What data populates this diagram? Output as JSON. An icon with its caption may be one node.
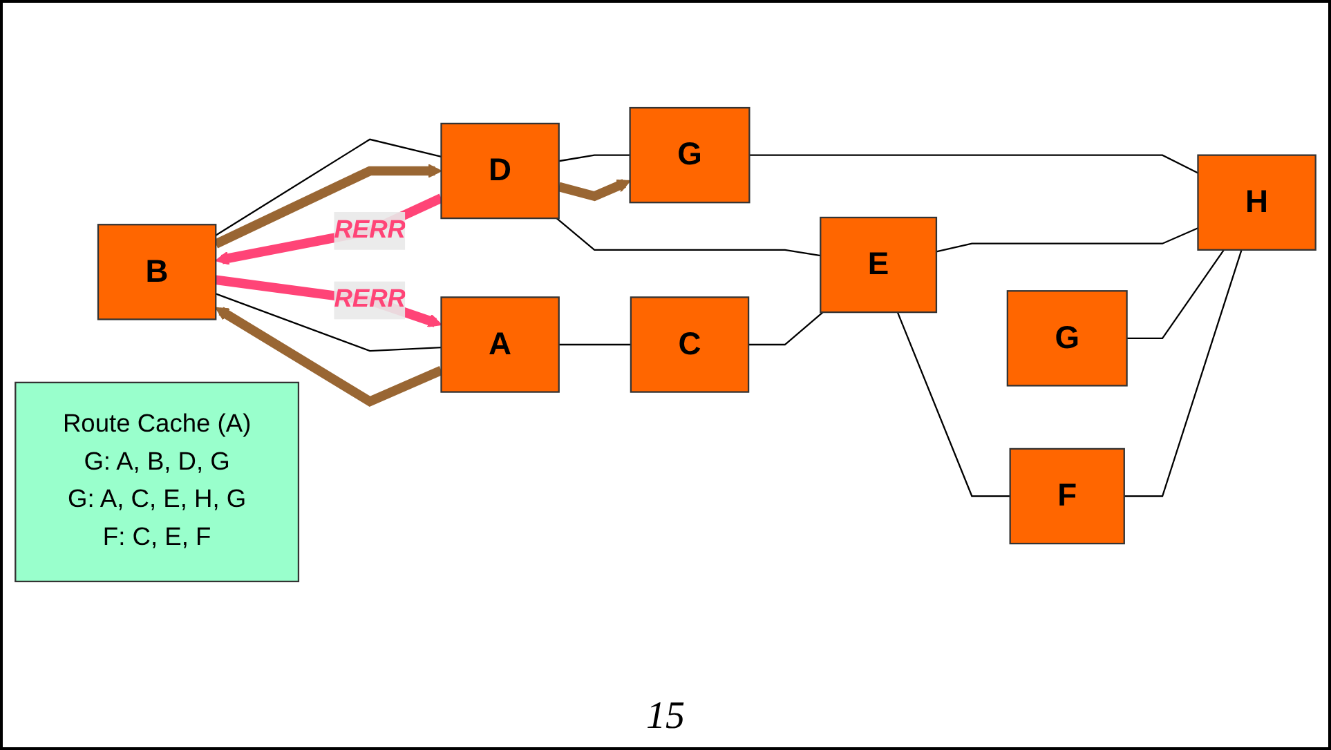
{
  "diagram": {
    "nodes": [
      {
        "text": [
          "B"
        ]
      },
      {
        "text": [
          "G"
        ]
      },
      {
        "text": [
          "D"
        ]
      },
      {
        "text": [
          "G"
        ]
      },
      {
        "text": [
          "A"
        ]
      },
      {
        "text": [
          "Route Cache (A)",
          "G: A, B, D, G",
          "G: A, C, E, H, G",
          "F: C, E, F"
        ]
      },
      {
        "text": [
          "E"
        ]
      },
      {
        "text": [
          "H"
        ]
      },
      {
        "text": [
          "C"
        ]
      },
      {
        "text": [
          "F"
        ]
      }
    ],
    "edges": [
      {
        "from": 4,
        "to": 0,
        "arrow": "none"
      },
      {
        "from": 0,
        "to": 2,
        "arrow": "none"
      },
      {
        "from": 2,
        "to": 1,
        "arrow": "none"
      },
      {
        "from": 2,
        "to": 6,
        "arrow": "none"
      },
      {
        "from": 1,
        "to": 7,
        "arrow": "none"
      },
      {
        "from": 6,
        "to": 7,
        "arrow": "none"
      },
      {
        "from": 3,
        "to": 7,
        "arrow": "none"
      },
      {
        "from": 4,
        "to": 8,
        "arrow": "none"
      },
      {
        "from": 8,
        "to": 6,
        "arrow": "none"
      },
      {
        "from": 6,
        "to": 9,
        "arrow": "none"
      },
      {
        "from": 9,
        "to": 7,
        "arrow": "none"
      },
      {
        "from": 4,
        "to": 0,
        "arrow": "to",
        "style": "thick",
        "color": "#996633"
      },
      {
        "from": 0,
        "to": 2,
        "arrow": "to",
        "style": "thick",
        "color": "#996633"
      },
      {
        "from": 2,
        "to": 1,
        "arrow": "to",
        "style": "thick",
        "color": "#996633"
      },
      {
        "from": 2,
        "to": 0,
        "arrow": "to",
        "style": "thick",
        "color": "#ff4477",
        "label": "RERR"
      },
      {
        "from": 0,
        "to": 4,
        "arrow": "to",
        "style": "thick",
        "color": "#ff4477",
        "label": "RERR"
      }
    ],
    "labels": [
      "15"
    ]
  }
}
